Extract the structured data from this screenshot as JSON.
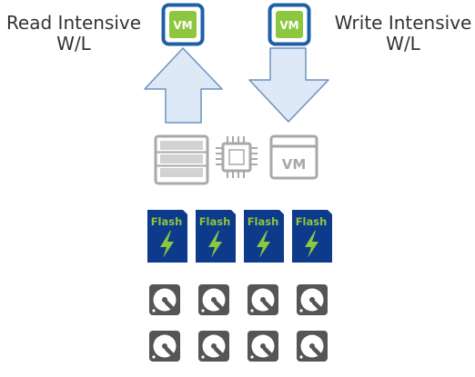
{
  "labels": {
    "read_line1": "Read Intensive",
    "read_line2": "W/L",
    "write_line1": "Write Intensive",
    "write_line2": "W/L"
  },
  "vm_badges": {
    "left_text": "VM",
    "right_text": "VM",
    "server_text": "VM"
  },
  "flash_cards": [
    {
      "label": "Flash"
    },
    {
      "label": "Flash"
    },
    {
      "label": "Flash"
    },
    {
      "label": "Flash"
    }
  ],
  "hdd_grid": {
    "rows": 2,
    "columns": 4
  },
  "colors": {
    "vm_badge_border": "#1f5fa8",
    "vm_badge_fill": "#8dc63f",
    "arrow_fill": "#dde9f6",
    "arrow_stroke": "#6e91bd",
    "host_icon_gray": "#a8a8a8",
    "flash_card_fill": "#0d3a8a",
    "flash_text": "#8dc63f",
    "hdd_dark": "#555555"
  },
  "icons": {
    "storage": "storage-stack-icon",
    "cpu": "cpu-chip-icon",
    "vm_window": "vm-window-icon",
    "flash": "lightning-bolt-icon",
    "hdd": "hard-disk-icon"
  }
}
